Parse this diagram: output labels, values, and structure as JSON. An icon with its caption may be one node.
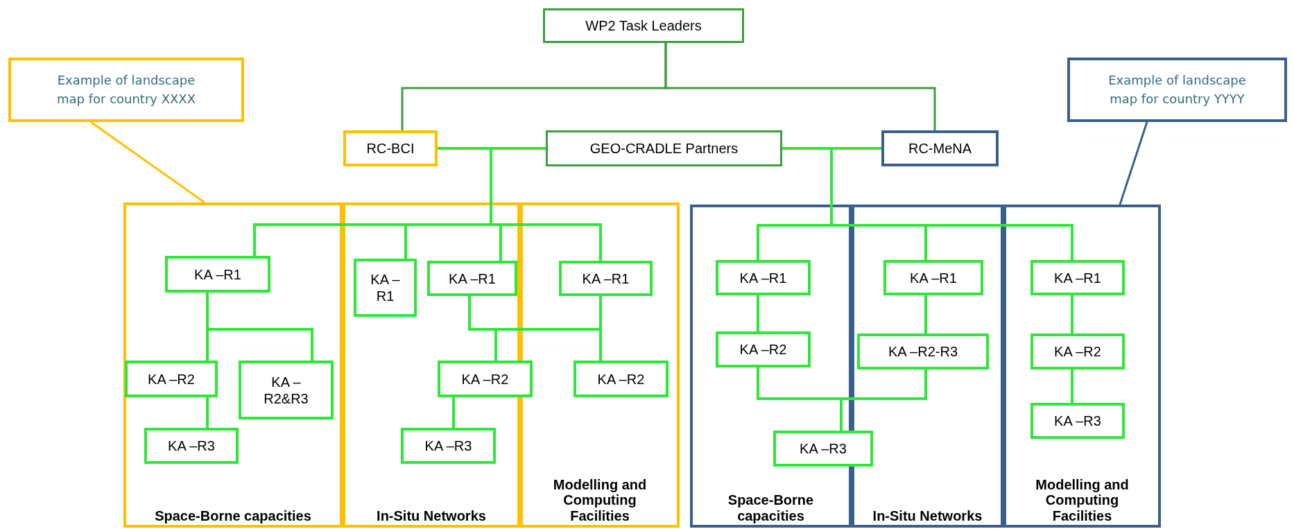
{
  "diagram": {
    "nodes": [
      {
        "text": [
          "WP2 Task Leaders"
        ]
      },
      {
        "text": [
          "Example of landscape map for country XXXX"
        ]
      },
      {
        "text": [
          "Example of landscape map for country YYYY"
        ]
      },
      {
        "text": [
          "RC-BCI"
        ]
      },
      {
        "text": [
          "GEO-CRADLE Partners"
        ]
      },
      {
        "text": [
          "RC-MeNA"
        ]
      },
      {
        "text": [
          "Space-Borne capacities"
        ]
      },
      {
        "text": [
          "KA –R1"
        ],
        "in": 6
      },
      {
        "text": [
          "KA –R2"
        ],
        "in": 6
      },
      {
        "text": [
          "KA – R2&R3"
        ],
        "in": 6
      },
      {
        "text": [
          "KA –R3"
        ],
        "in": 6
      },
      {
        "text": [
          "In-Situ Networks"
        ]
      },
      {
        "text": [
          "KA –R1"
        ],
        "in": 11
      },
      {
        "text": [
          "KA –R1"
        ],
        "in": 11
      },
      {
        "text": [
          "KA –R2"
        ]
      },
      {
        "text": [
          "KA –R3"
        ],
        "in": 11
      },
      {
        "text": [
          "Modelling and Computing Facilities"
        ]
      },
      {
        "text": [
          "KA –R1"
        ],
        "in": 16
      },
      {
        "text": [
          "KA –R2"
        ],
        "in": 16
      },
      {
        "text": [
          "Space-Borne capacities"
        ]
      },
      {
        "text": [
          "KA –R1"
        ],
        "in": 19
      },
      {
        "text": [
          "KA –R2"
        ],
        "in": 19
      },
      {
        "text": [
          "KA –R3"
        ]
      },
      {
        "text": [
          "In-Situ Networks"
        ]
      },
      {
        "text": [
          "KA –R1"
        ],
        "in": 23
      },
      {
        "text": [
          "KA –R2-R3"
        ],
        "in": 23
      },
      {
        "text": [
          "Modelling and Computing Facilities"
        ]
      },
      {
        "text": [
          "KA –R1"
        ],
        "in": 26
      },
      {
        "text": [
          "KA –R2"
        ],
        "in": 26
      },
      {
        "text": [
          "KA –R3"
        ],
        "in": 26
      }
    ],
    "edges": [
      {
        "from": 0,
        "to": 3,
        "arrow": "none",
        "color": "#3f9c3f"
      },
      {
        "from": 0,
        "to": 5,
        "arrow": "none",
        "color": "#3f9c3f"
      },
      {
        "from": 3,
        "to": 4,
        "arrow": "none"
      },
      {
        "from": 4,
        "to": 5,
        "arrow": "none"
      },
      {
        "from": 3,
        "to": 7,
        "arrow": "none"
      },
      {
        "from": 3,
        "to": 12,
        "arrow": "none"
      },
      {
        "from": 3,
        "to": 13,
        "arrow": "none"
      },
      {
        "from": 3,
        "to": 17,
        "arrow": "none"
      },
      {
        "from": 7,
        "to": 8,
        "arrow": "none"
      },
      {
        "from": 7,
        "to": 9,
        "arrow": "none"
      },
      {
        "from": 8,
        "to": 10,
        "arrow": "none"
      },
      {
        "from": 13,
        "to": 14,
        "arrow": "none"
      },
      {
        "from": 17,
        "to": 14,
        "arrow": "none"
      },
      {
        "from": 17,
        "to": 18,
        "arrow": "none"
      },
      {
        "from": 14,
        "to": 15,
        "arrow": "none"
      },
      {
        "from": 5,
        "to": 20,
        "arrow": "none"
      },
      {
        "from": 5,
        "to": 24,
        "arrow": "none"
      },
      {
        "from": 5,
        "to": 27,
        "arrow": "none"
      },
      {
        "from": 20,
        "to": 21,
        "arrow": "none"
      },
      {
        "from": 21,
        "to": 22,
        "arrow": "none"
      },
      {
        "from": 25,
        "to": 22,
        "arrow": "none"
      },
      {
        "from": 24,
        "to": 25,
        "arrow": "none"
      },
      {
        "from": 27,
        "to": 28,
        "arrow": "none"
      },
      {
        "from": 28,
        "to": 29,
        "arrow": "none"
      },
      {
        "from": 1,
        "to": 6,
        "arrow": "none",
        "color": "#ffc000"
      },
      {
        "from": 2,
        "to": 26,
        "arrow": "none",
        "color": "#3a5f8f"
      }
    ]
  }
}
